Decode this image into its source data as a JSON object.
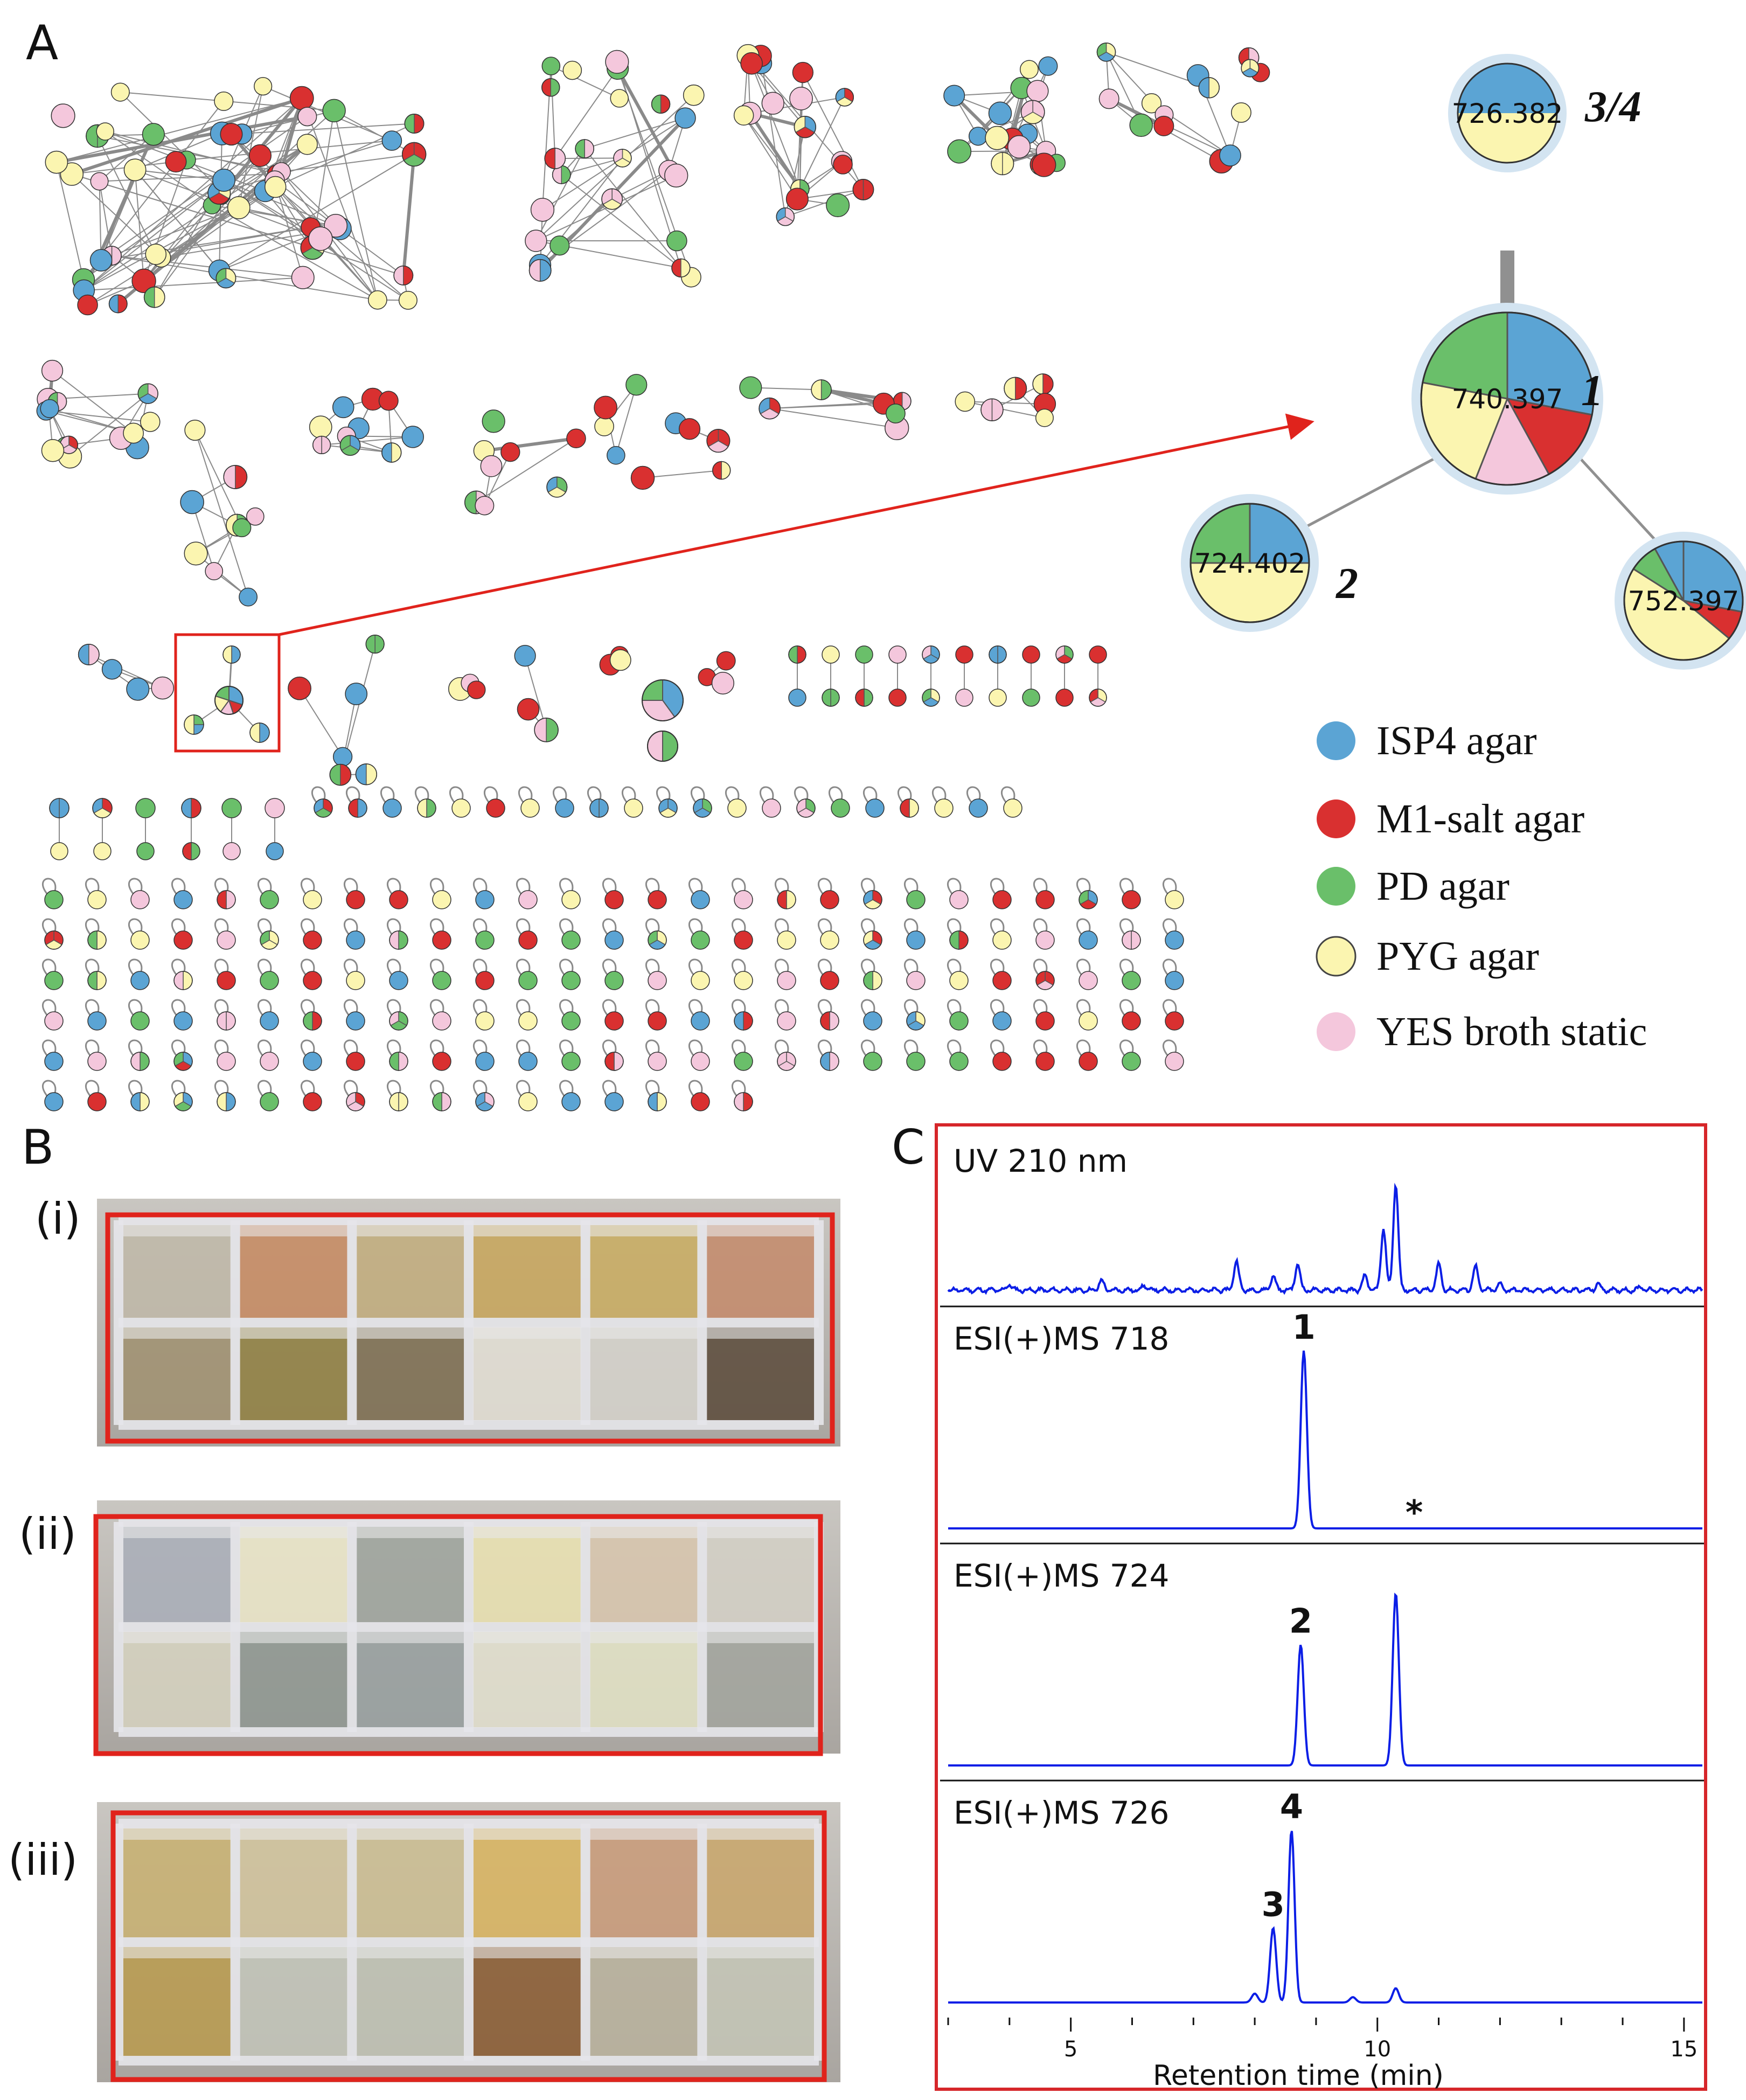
{
  "panels": {
    "a": "A",
    "b": "B",
    "c": "C"
  },
  "colors": {
    "ISP4": "#5ba4d4",
    "M1": "#d93030",
    "PD": "#6abf6a",
    "PYG": "#fbf5b0",
    "YES": "#f4c7dc",
    "accent_red": "#e0231c",
    "trace_blue": "#0b1ee6"
  },
  "network_zoom": {
    "nodes": [
      {
        "id": "n726",
        "mz": "726.382",
        "label": "3/4"
      },
      {
        "id": "n740",
        "mz": "740.397",
        "label": "1"
      },
      {
        "id": "n724",
        "mz": "724.402",
        "label": "2"
      },
      {
        "id": "n752",
        "mz": "752.397",
        "label": ""
      }
    ]
  },
  "legend": [
    {
      "name": "ISP4 agar",
      "color": "#5ba4d4"
    },
    {
      "name": "M1-salt agar",
      "color": "#d93030"
    },
    {
      "name": "PD agar",
      "color": "#6abf6a"
    },
    {
      "name": "PYG agar",
      "color": "#fbf5b0"
    },
    {
      "name": "YES broth static",
      "color": "#f4c7dc"
    }
  ],
  "panel_b": {
    "labels": [
      "(i)",
      "(ii)",
      "(iii)"
    ]
  },
  "chart_data": {
    "type": "line",
    "xlabel": "Retention time (min)",
    "xlim": [
      3,
      15.3
    ],
    "xticks": [
      5,
      10,
      15
    ],
    "traces": [
      {
        "name": "UV 210 nm",
        "peaks": [
          [
            4.0,
            0.05
          ],
          [
            5.5,
            0.08
          ],
          [
            6.2,
            0.04
          ],
          [
            7.7,
            0.25
          ],
          [
            8.3,
            0.12
          ],
          [
            8.7,
            0.22
          ],
          [
            9.8,
            0.12
          ],
          [
            10.1,
            0.52
          ],
          [
            10.3,
            0.9
          ],
          [
            11.0,
            0.22
          ],
          [
            11.6,
            0.2
          ],
          [
            12.0,
            0.05
          ],
          [
            13.6,
            0.05
          ],
          [
            14.3,
            0.03
          ]
        ],
        "labels": []
      },
      {
        "name": "ESI(+)MS 718",
        "peaks": [
          [
            8.8,
            1.0
          ]
        ],
        "labels": [
          {
            "text": "1",
            "x": 8.8,
            "y": 1.0
          },
          {
            "text": "*",
            "x": 10.6,
            "y": 0.08
          }
        ]
      },
      {
        "name": "ESI(+)MS 724",
        "peaks": [
          [
            8.75,
            0.68
          ],
          [
            10.3,
            0.97
          ]
        ],
        "labels": [
          {
            "text": "2",
            "x": 8.75,
            "y": 0.68
          }
        ]
      },
      {
        "name": "ESI(+)MS 726",
        "peaks": [
          [
            8.0,
            0.05
          ],
          [
            8.3,
            0.42
          ],
          [
            8.6,
            0.97
          ],
          [
            9.6,
            0.03
          ],
          [
            10.3,
            0.08
          ]
        ],
        "labels": [
          {
            "text": "3",
            "x": 8.3,
            "y": 0.42
          },
          {
            "text": "4",
            "x": 8.6,
            "y": 0.97
          }
        ]
      }
    ]
  }
}
